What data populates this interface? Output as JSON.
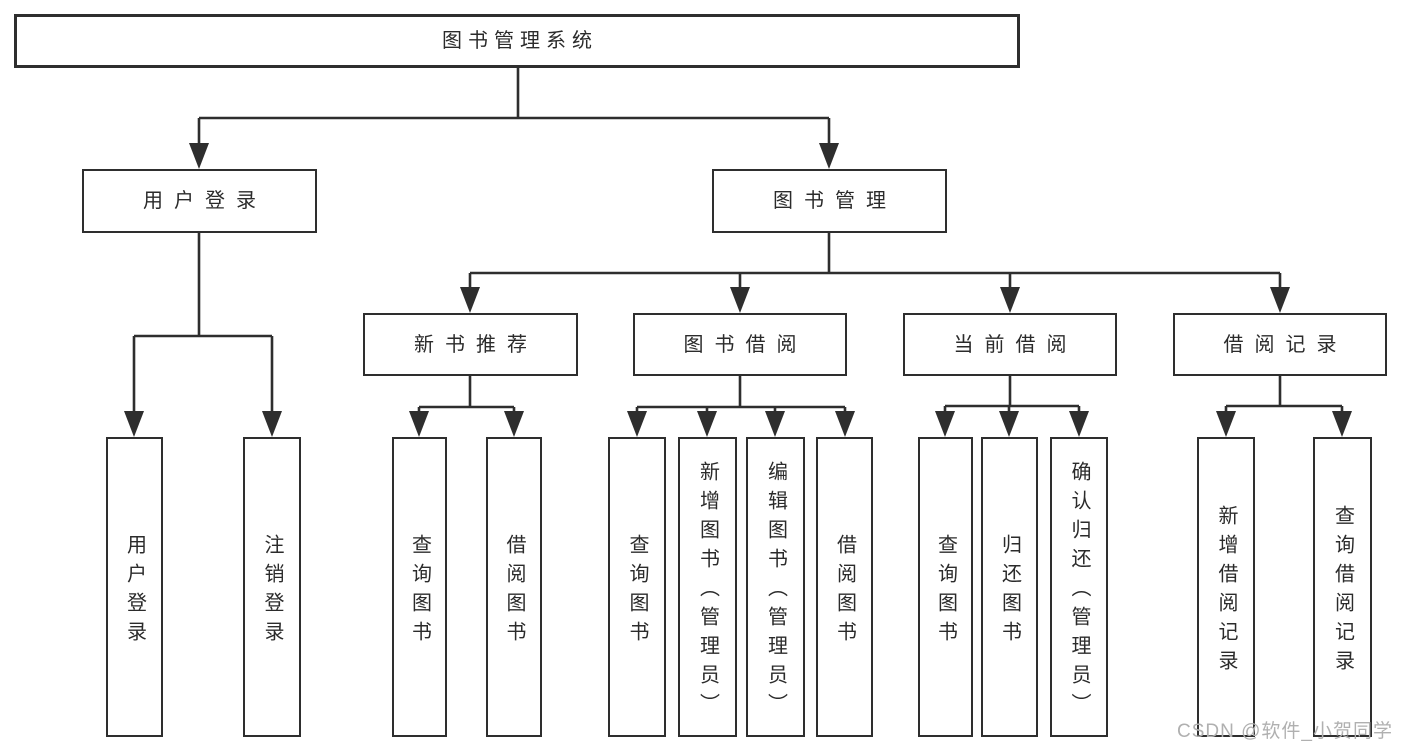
{
  "diagram": {
    "title": "图书管理系统",
    "branches": [
      {
        "label": "用户登录",
        "children": [
          {
            "label": "用户登录"
          },
          {
            "label": "注销登录"
          }
        ]
      },
      {
        "label": "图书管理",
        "children": [
          {
            "label": "新书推荐",
            "children": [
              {
                "label": "查询图书"
              },
              {
                "label": "借阅图书"
              }
            ]
          },
          {
            "label": "图书借阅",
            "children": [
              {
                "label": "查询图书"
              },
              {
                "label": "新增图书（管理员）"
              },
              {
                "label": "编辑图书（管理员）"
              },
              {
                "label": "借阅图书"
              }
            ]
          },
          {
            "label": "当前借阅",
            "children": [
              {
                "label": "查询图书"
              },
              {
                "label": "归还图书"
              },
              {
                "label": "确认归还（管理员）"
              }
            ]
          },
          {
            "label": "借阅记录",
            "children": [
              {
                "label": "新增借阅记录"
              },
              {
                "label": "查询借阅记录"
              }
            ]
          }
        ]
      }
    ]
  },
  "watermark": "CSDN @软件_小贺同学",
  "colors": {
    "line": "#2e2e2e",
    "text": "#2b2b2b",
    "watermark_text": "#b0b0b0",
    "background": "#ffffff"
  }
}
